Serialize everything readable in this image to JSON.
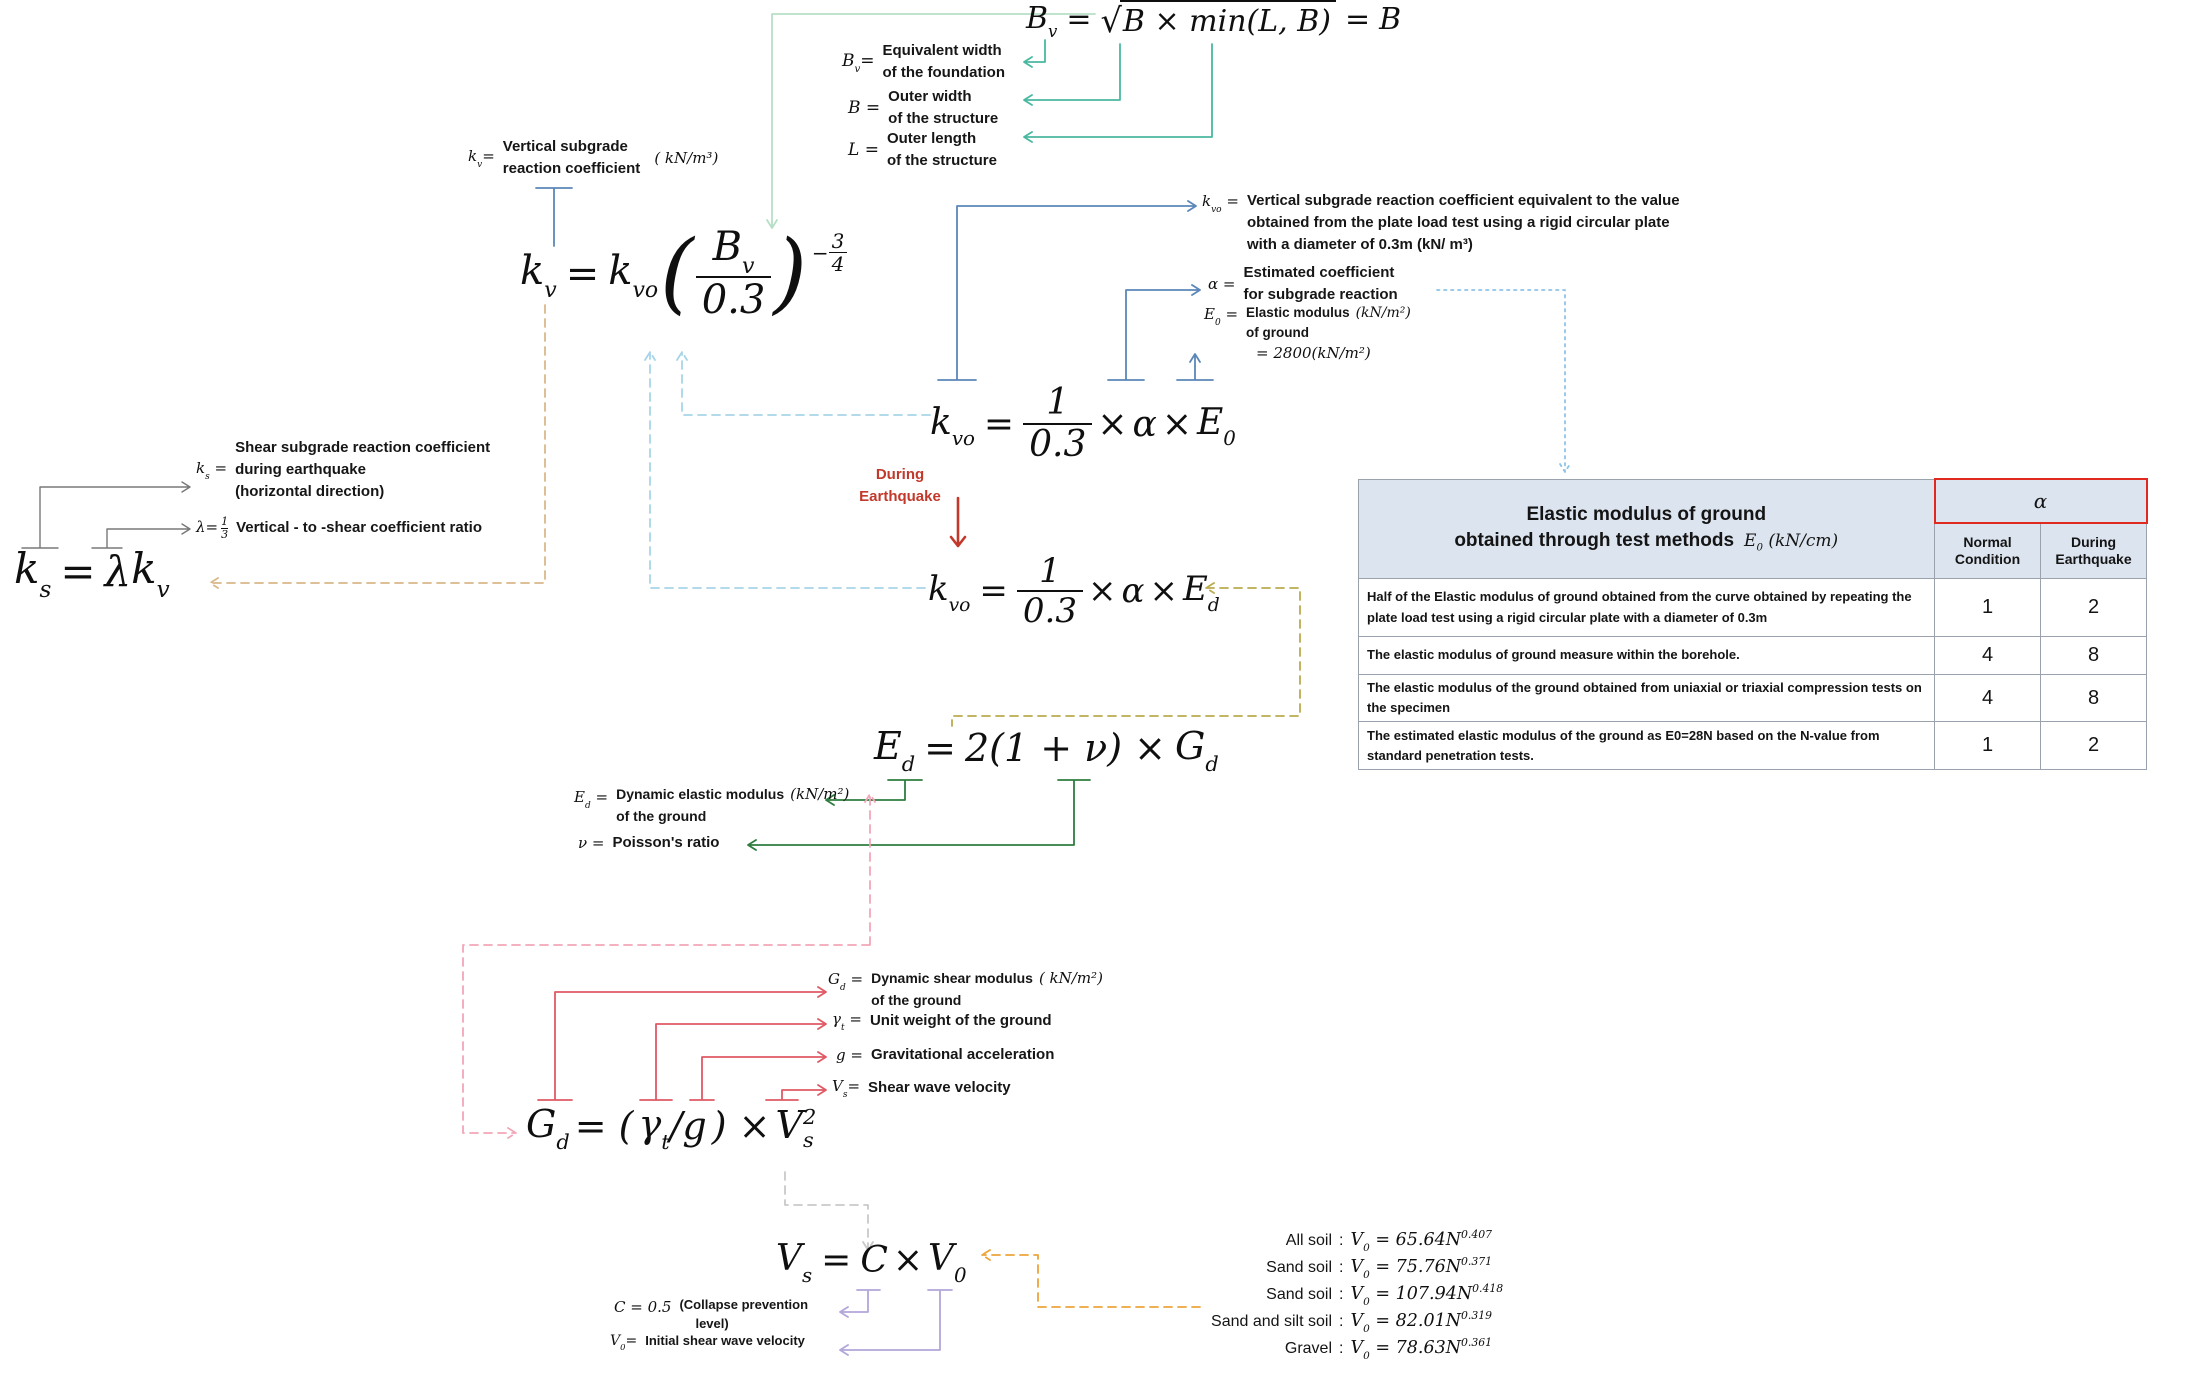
{
  "colors": {
    "teal": "#49b8a0",
    "pale_green": "#b7dfc6",
    "blue": "#5b87b8",
    "light_blue": "#a7d5e8",
    "dotted_blue": "#8fc3e8",
    "red": "#c2392b",
    "dark_gray_line": "#787878",
    "tan": "#d9b88a",
    "olive": "#b9ac4e",
    "green": "#2f7d3f",
    "pink": "#f2a6b8",
    "crimson": "#e05a66",
    "gray": "#c9c9c9",
    "purple": "#b3a6d9",
    "orange": "#eda43b",
    "table_header_bg": "#dce4ef",
    "alpha_box_border": "#e02a1f",
    "formula_ink": "#0f0f0f"
  },
  "formulas": {
    "bv": {
      "v1": "B",
      "v1s": "v",
      "eq": "=",
      "rad": "√",
      "body": "B × min(L, B)",
      "eq2": "=",
      "v2": "B"
    },
    "kv": {
      "v1": "k",
      "v1s": "v",
      "eq": "=",
      "v2": "k",
      "v2s": "vo",
      "op": "(",
      "num": "B",
      "nums": "v",
      "den": "0.3",
      "cp": ")",
      "expsign": "−",
      "expn": "3",
      "expd": "4"
    },
    "kvo0": {
      "v1": "k",
      "v1s": "vo",
      "eq": "=",
      "num": "1",
      "den": "0.3",
      "t1": "×",
      "a": "α",
      "t2": "×",
      "e": "E",
      "es": "0"
    },
    "kvod": {
      "v1": "k",
      "v1s": "vo",
      "eq": "=",
      "num": "1",
      "den": "0.3",
      "t1": "×",
      "a": "α",
      "t2": "×",
      "e": "E",
      "es": "d"
    },
    "ks": {
      "v1": "k",
      "v1s": "s",
      "eq": "=",
      "lam": "λ",
      "v2": "k",
      "v2s": "v"
    },
    "ed": {
      "v1": "E",
      "v1s": "d",
      "eq": "=",
      "body": "2(1 + ν) ×",
      "g": "G",
      "gs": "d"
    },
    "gd": {
      "v1": "G",
      "v1s": "d",
      "eq": "= (",
      "gam": "γ",
      "gams": "t",
      "slash": "/",
      "gg": "g",
      "close": ") ×",
      "v": "V",
      "vs": "s",
      "sq": "2"
    },
    "vs": {
      "v1": "V",
      "v1s": "s",
      "eq": "=",
      "c": "C",
      "t": "×",
      "v2": "V",
      "v2s": "0"
    }
  },
  "defs": {
    "kv": {
      "sym": "k",
      "syms": "v",
      "eq": "=",
      "l1": "Vertical subgrade",
      "l2": "reaction coefficient",
      "unit": "( kN/m³)"
    },
    "bv": {
      "sym": "B",
      "syms": "v",
      "eq": "=",
      "l1": "Equivalent width",
      "l2": "of the foundation"
    },
    "b": {
      "sym": "B",
      "eq": "=",
      "l1": "Outer width",
      "l2": "of the structure"
    },
    "l": {
      "sym": "L",
      "eq": "=",
      "l1": "Outer length",
      "l2": "of the structure"
    },
    "kvo": {
      "sym": "k",
      "syms": "vo",
      "eq": "=",
      "l1": "Vertical subgrade reaction coefficient equivalent to the value",
      "l2": "obtained from the plate load test using a rigid circular plate",
      "l3": "with a diameter of 0.3m (kN/ m³)"
    },
    "alpha": {
      "sym": "α",
      "eq": "=",
      "l1": "Estimated coefficient",
      "l2": "for subgrade reaction"
    },
    "e0": {
      "sym": "E",
      "syms": "0",
      "eq": "=",
      "l1": "Elastic modulus",
      "unit": "(kN/m²)",
      "l2": "of ground",
      "l3": "= 2800(kN/m²)"
    },
    "during": {
      "l1": "During",
      "l2": "Earthquake"
    },
    "ks": {
      "sym": "k",
      "syms": "s",
      "eq": "=",
      "l1": "Shear subgrade reaction coefficient",
      "l2": "during earthquake",
      "l3": "(horizontal direction)"
    },
    "lambda": {
      "sym": "λ=",
      "fn": "1",
      "fd": "3",
      "desc": "Vertical - to -shear coefficient ratio"
    },
    "ed": {
      "sym": "E",
      "syms": "d",
      "eq": "=",
      "l1": "Dynamic elastic modulus",
      "l2": "of the ground",
      "unit": "(kN/m²)"
    },
    "nu": {
      "sym": "ν",
      "eq": "=",
      "desc": "Poisson's ratio"
    },
    "gd": {
      "sym": "G",
      "syms": "d",
      "eq": "=",
      "l1": "Dynamic shear modulus",
      "l2": "of the ground",
      "unit": "( kN/m²)"
    },
    "gamma": {
      "sym": "γ",
      "syms": "t",
      "eq": "=",
      "desc": "Unit weight of the ground"
    },
    "grav": {
      "sym": "g",
      "eq": "=",
      "desc": "Gravitational acceleration"
    },
    "vs": {
      "sym": "V",
      "syms": "s",
      "eq": "=",
      "desc": "Shear wave velocity"
    },
    "c": {
      "sym": "C",
      "eq": "= 0.5",
      "d1": "(Collapse prevention",
      "d2": "level)"
    },
    "v0": {
      "sym": "V",
      "syms": "0",
      "eq": "=",
      "desc": "Initial shear wave velocity"
    }
  },
  "v0_list": {
    "rows": [
      {
        "label": "All soil",
        "colon": ":",
        "v": "V",
        "vsub": "0",
        "eq": "=",
        "val": "65.64",
        "n": "N",
        "exp": "0.407"
      },
      {
        "label": "Sand soil",
        "colon": ":",
        "v": "V",
        "vsub": "0",
        "eq": "=",
        "val": "75.76",
        "n": "N",
        "exp": "0.371"
      },
      {
        "label": "Sand soil",
        "colon": ":",
        "v": "V",
        "vsub": "0",
        "eq": "=",
        "val": "107.94",
        "n": "N",
        "exp": "0.418"
      },
      {
        "label": "Sand and silt soil",
        "colon": ":",
        "v": "V",
        "vsub": "0",
        "eq": "=",
        "val": "82.01",
        "n": "N",
        "exp": "0.319"
      },
      {
        "label": "Gravel",
        "colon": ":",
        "v": "V",
        "vsub": "0",
        "eq": "=",
        "val": "78.63",
        "n": "N",
        "exp": "0.361"
      }
    ]
  },
  "table": {
    "title1": "Elastic modulus of ground",
    "title2": "obtained through test methods",
    "tm_e": "E",
    "tm_sub": "0",
    "tm_unit": " (kN/cm)",
    "alpha": "α",
    "h1a": "Normal",
    "h1b": "Condition",
    "h2a": "During",
    "h2b": "Earthquake",
    "rows": [
      {
        "desc": "Half of the Elastic modulus of ground obtained from the curve obtained by repeating the plate load test using a rigid circular plate with a diameter of 0.3m",
        "n": "1",
        "e": "2"
      },
      {
        "desc": "The elastic modulus of ground measure within the borehole.",
        "n": "4",
        "e": "8"
      },
      {
        "desc": "The elastic modulus of the ground obtained from uniaxial or triaxial compression tests on the specimen",
        "n": "4",
        "e": "8"
      },
      {
        "desc": "The estimated elastic modulus of the ground as E0=28N based on the N-value from standard penetration tests.",
        "n": "1",
        "e": "2"
      }
    ]
  }
}
